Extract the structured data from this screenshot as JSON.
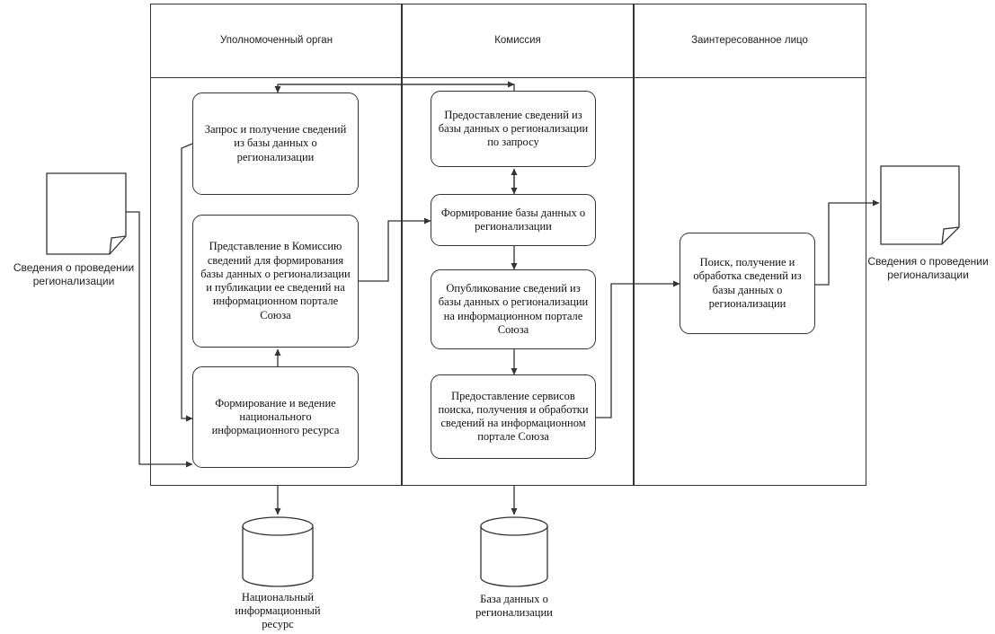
{
  "lanes": [
    {
      "title": "Уполномоченный орган"
    },
    {
      "title": "Комиссия"
    },
    {
      "title": "Заинтересованное лицо"
    }
  ],
  "steps": {
    "request": "Запрос и получение сведений из базы данных о регионализации",
    "submit": "Представление в Комиссию сведений для формирования базы данных о регионализации и публикации ее сведений на информационном портале Союза",
    "national_resource": "Формирование и ведение национального информационного ресурса",
    "provide_data": "Предоставление сведений из базы данных о регионализации по запросу",
    "form_db": "Формирование базы данных о регионализации",
    "publish": "Опубликование сведений из базы данных о регионализации на информационном портале Союза",
    "services": "Предоставление сервисов поиска, получения и обработки сведений на информационном портале Союза",
    "search": "Поиск, получение и обработка сведений из базы данных о регионализации"
  },
  "documents": {
    "input": "Сведения о проведении регионализации",
    "output": "Сведения о проведении регионализации"
  },
  "datastores": {
    "national": "Национальный информационный ресурс",
    "regionalization_db": "База данных о регионализации"
  }
}
